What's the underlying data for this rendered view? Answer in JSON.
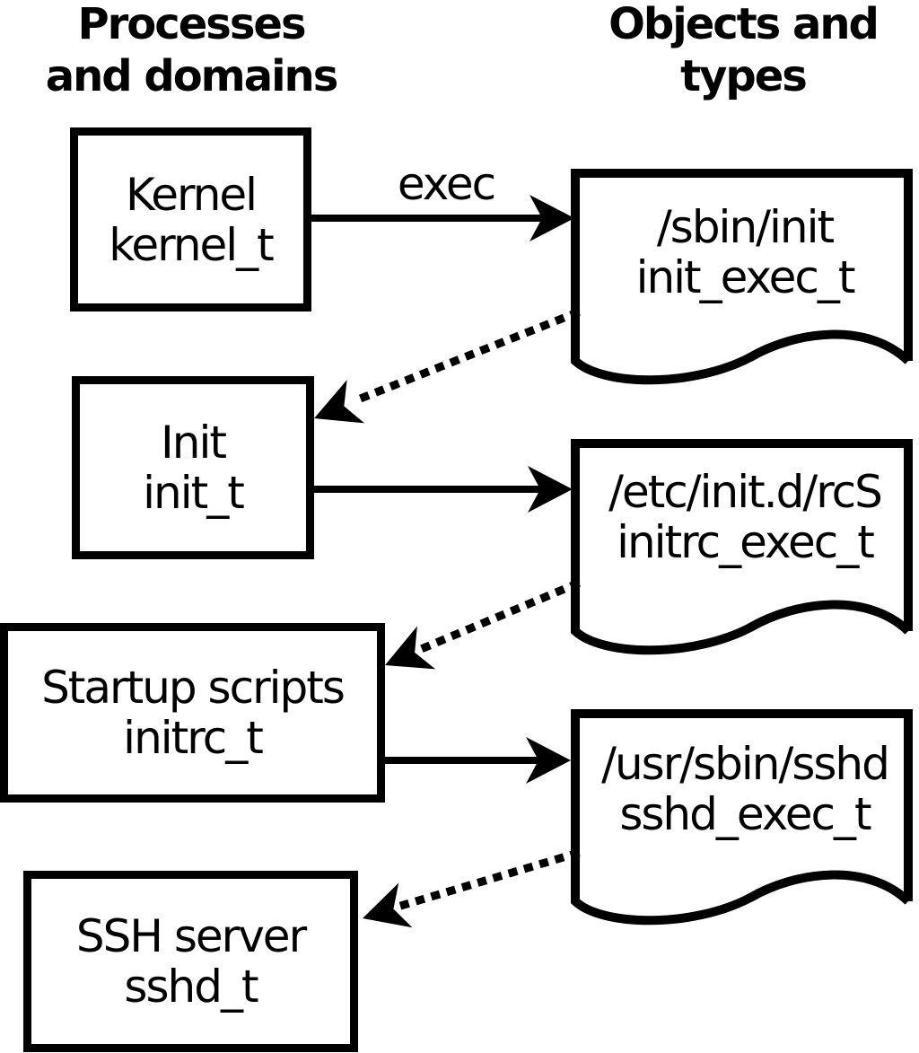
{
  "columns": {
    "left": {
      "heading_line1": "Processes",
      "heading_line2": "and domains"
    },
    "right": {
      "heading_line1": "Objects and",
      "heading_line2": "types"
    }
  },
  "edge_label": "exec",
  "processes": [
    {
      "name": "Kernel",
      "domain": "kernel_t"
    },
    {
      "name": "Init",
      "domain": "init_t"
    },
    {
      "name": "Startup scripts",
      "domain": "initrc_t"
    },
    {
      "name": "SSH server",
      "domain": "sshd_t"
    }
  ],
  "objects": [
    {
      "path": "/sbin/init",
      "type": "init_exec_t"
    },
    {
      "path": "/etc/init.d/rcS",
      "type": "initrc_exec_t"
    },
    {
      "path": "/usr/sbin/sshd",
      "type": "sshd_exec_t"
    }
  ],
  "colors": {
    "ink": "#000000",
    "paper": "#ffffff"
  }
}
